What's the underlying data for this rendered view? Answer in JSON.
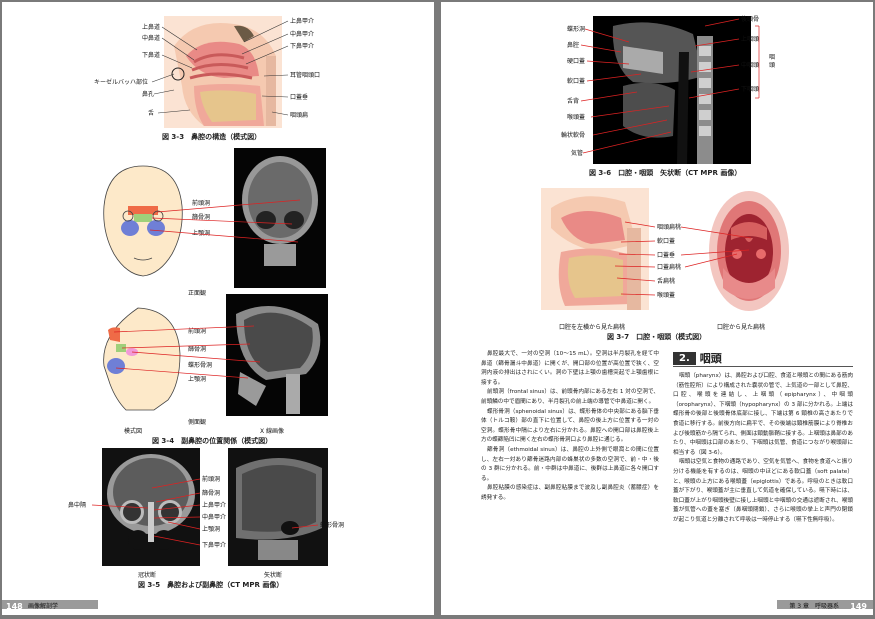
{
  "left_page": {
    "fig33": {
      "caption": "図 3-3　鼻腔の構造（模式図）",
      "labels_left": [
        "上鼻道",
        "中鼻道",
        "下鼻道",
        "キーゼルバッハ部位",
        "鼻孔",
        "舌"
      ],
      "labels_right": [
        "上鼻甲介",
        "中鼻甲介",
        "下鼻甲介",
        "耳管咽頭口",
        "口蓋垂",
        "咽頭扁"
      ]
    },
    "fig34": {
      "caption": "図 3-4　副鼻腔の位置関係（模式図）",
      "front_labels": [
        "前頭洞",
        "篩骨洞",
        "上顎洞"
      ],
      "front_sub": "正面観",
      "side_labels": [
        "前頭洞",
        "篩骨洞",
        "蝶形骨洞",
        "上顎洞"
      ],
      "side_sub": [
        "模式図",
        "側面観",
        "X 線画像"
      ]
    },
    "fig35": {
      "caption": "図 3-5　鼻腔および副鼻腔（CT MPR 画像）",
      "left_label": "鼻中隔",
      "labels": [
        "前頭洞",
        "篩骨洞",
        "上鼻甲介",
        "中鼻甲介",
        "上顎洞",
        "下鼻甲介"
      ],
      "right_label": "蝶形骨洞",
      "sub": [
        "冠状断",
        "矢状断"
      ]
    },
    "footer": {
      "page": "148",
      "running": "画像解剖学"
    }
  },
  "right_page": {
    "fig36": {
      "caption": "図 3-6　口腔・咽頭　矢状断（CT MPR 画像）",
      "left_labels": [
        "蝶形洞",
        "鼻腔",
        "硬口蓋",
        "軟口蓋",
        "舌背",
        "喉頭蓋",
        "輪状軟骨",
        "気管"
      ],
      "right_labels": [
        "後頭骨",
        "上咽頭",
        "中咽頭",
        "下咽頭"
      ],
      "bracket_label": "咽頭"
    },
    "fig37": {
      "caption": "図 3-7　口腔・咽頭（模式図）",
      "labels": [
        "咽頭扁桃",
        "軟口蓋",
        "口蓋垂",
        "口蓋扁桃",
        "舌扁桃",
        "喉頭蓋"
      ],
      "sub": [
        "口腔を左横から見た扁桃",
        "口腔から見た扁桃"
      ]
    },
    "text_left": [
      "鼻腔最大で、一対の空洞（10〜15 mL）。空洞は半月裂孔を経て中鼻道（篩骨漏斗中鼻道）に開くが、開口部の位置が高位置で狭く、空洞内液の排出はされにくい。洞の下壁は上顎の歯槽突起で上顎歯根に接する。",
      "前頭洞（frontal sinus）は、前頭骨内部にある左右 1 対の空洞で、前頭鱗の中で眉間にあり、半月裂孔の前上端の導管で中鼻道に開く。",
      "蝶形骨洞（sphenoidal sinus）は、蝶形骨体の中央部にある脳下垂体（トルコ鞍）部の直下に位置して、鼻腔の後上方に位置する一対の空洞。蝶形骨中隔により左右に分かれる。鼻腔への開口部は鼻腔後上方の蝶篩陥凹に開く左右の蝶形骨洞口より鼻腔に通じる。",
      "篩骨洞（ethmoidal sinus）は、鼻腔の上外側で眼窩との間に位置し、左右一対あり篩骨迷路内部の蜂巣状の多数の空洞で、前・中・後の 3 群に分かれる。前・中群は中鼻道に、後群は上鼻道に各々開口する。",
      "鼻腔粘膜の感染症は、副鼻腔粘膜まで波及し副鼻腔炎（蓄膿症）を誘発する。"
    ],
    "section": {
      "number": "2.",
      "title": "咽頭"
    },
    "text_right": [
      "咽頭（pharynx）は、鼻腔および口腔、食道と喉頭との間にある筋肉（筋性腔所）により構成された嚢状の管で、上気道の一部として鼻腔、口腔、喉頭を連結し、上咽頭（epipharynx）、中咽頭（oropharynx）、下咽頭（hypopharynx）の 3 部に分かれる。上端は蝶形骨の後部と後頭骨体底部に接し、下端は第 6 頸椎の高さあたりで食道に移行する。前後方向に扁平で、その後端は頸椎筋膜により脊椎および後頭筋から隔てられ、側面は頸動脈鞘に接する。上咽頭は鼻部のあたり、中咽頭は口部のあたり、下咽頭は気管、食道につながり喉頭部に相当する（図 3-6）。",
      "咽頭は空気と食物の通路であり、空気を気管へ、食物を食道へと振り分ける機能を有するのは、咽頭の中ほどにある軟口蓋（soft palate）と、喉頭の上方にある喉頭蓋（epiglottis）である。呼吸のときは軟口蓋が下がり、喉頭蓋が主に垂直して気道を確保している。嚥下時には、軟口蓋が上がり咽頭後壁に接し上咽頭と中咽頭の交通は遮断され、喉頭蓋が気管への蓋を塞ぎ（鼻咽頭閉鎖）、さらに喉頭の挙上と声門の閉鎖が起こり気道と分離されて呼吸は一時停止する（嚥下性無呼吸）。"
    ],
    "footer": {
      "running": "第 3 章　呼吸器系",
      "page": "149"
    }
  }
}
